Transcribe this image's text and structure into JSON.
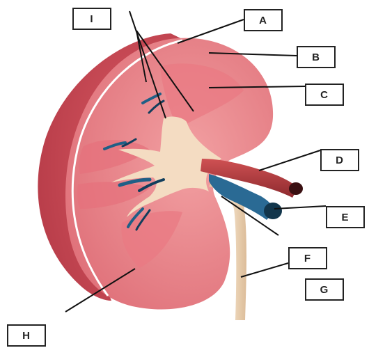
{
  "labels": {
    "I": "I",
    "A": "A",
    "B": "B",
    "C": "C",
    "D": "D",
    "E": "E",
    "F": "F",
    "G": "G",
    "H": "H"
  },
  "colors": {
    "capsule": "#c94a55",
    "cortex": "#e9868c",
    "medulla": "#e7757f",
    "pelvis": "#f2d9bd",
    "ureter": "#eed6b8",
    "renal_artery": "#b53a3c",
    "renal_vein": "#1f5f86",
    "outline": "#ffffff",
    "leader_line": "#111111"
  }
}
